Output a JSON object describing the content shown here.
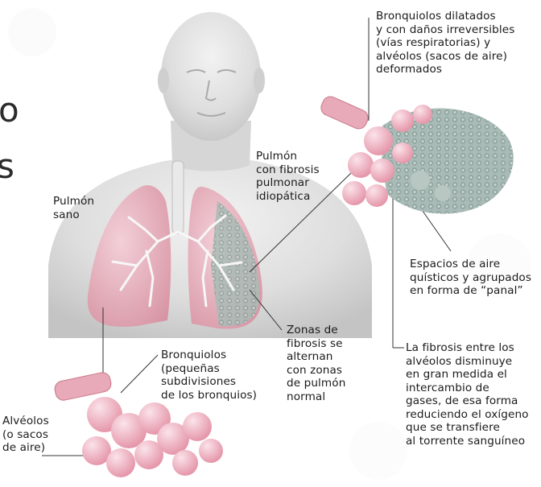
{
  "labels": {
    "top_right": "Bronquiolos dilatados\ny con daños irreversibles\n(vías respiratorias) y\nalvéolos (sacos de aire)\ndeformados",
    "fibrosis_lung": "Pulmón\ncon fibrosis\npulmonar\nidiopática",
    "healthy_lung": "Pulmón\nsano",
    "honeycomb": "Espacios de aire\nquísticos y agrupados\nen forma de “panal”",
    "alternating_zones": "Zonas de\nfibrosis se\nalternan\ncon zonas\nde pulmón\nnormal",
    "bronchioles": "Bronquiolos\n(pequeñas\nsubdivisiones\nde los bronquios)",
    "alveoli": "Alvéolos\n(o sacos\nde aire)",
    "fibrosis_effect": "La fibrosis entre los\nalvéolos disminuye\nen gran medida el\nintercambio de\ngases, de esa forma\nreduciendo el oxígeno\nque se transfiere\nal torrente sanguíneo"
  },
  "edge_glyphs": {
    "top": "o",
    "bottom": "s"
  },
  "colors": {
    "lung_pink": "#e8aab8",
    "alveoli_pink": "#f3c2cf",
    "fibrosis_grey": "#9fb2ad",
    "skin_grey": "#d9d9d9",
    "text": "#1a1a1a"
  }
}
